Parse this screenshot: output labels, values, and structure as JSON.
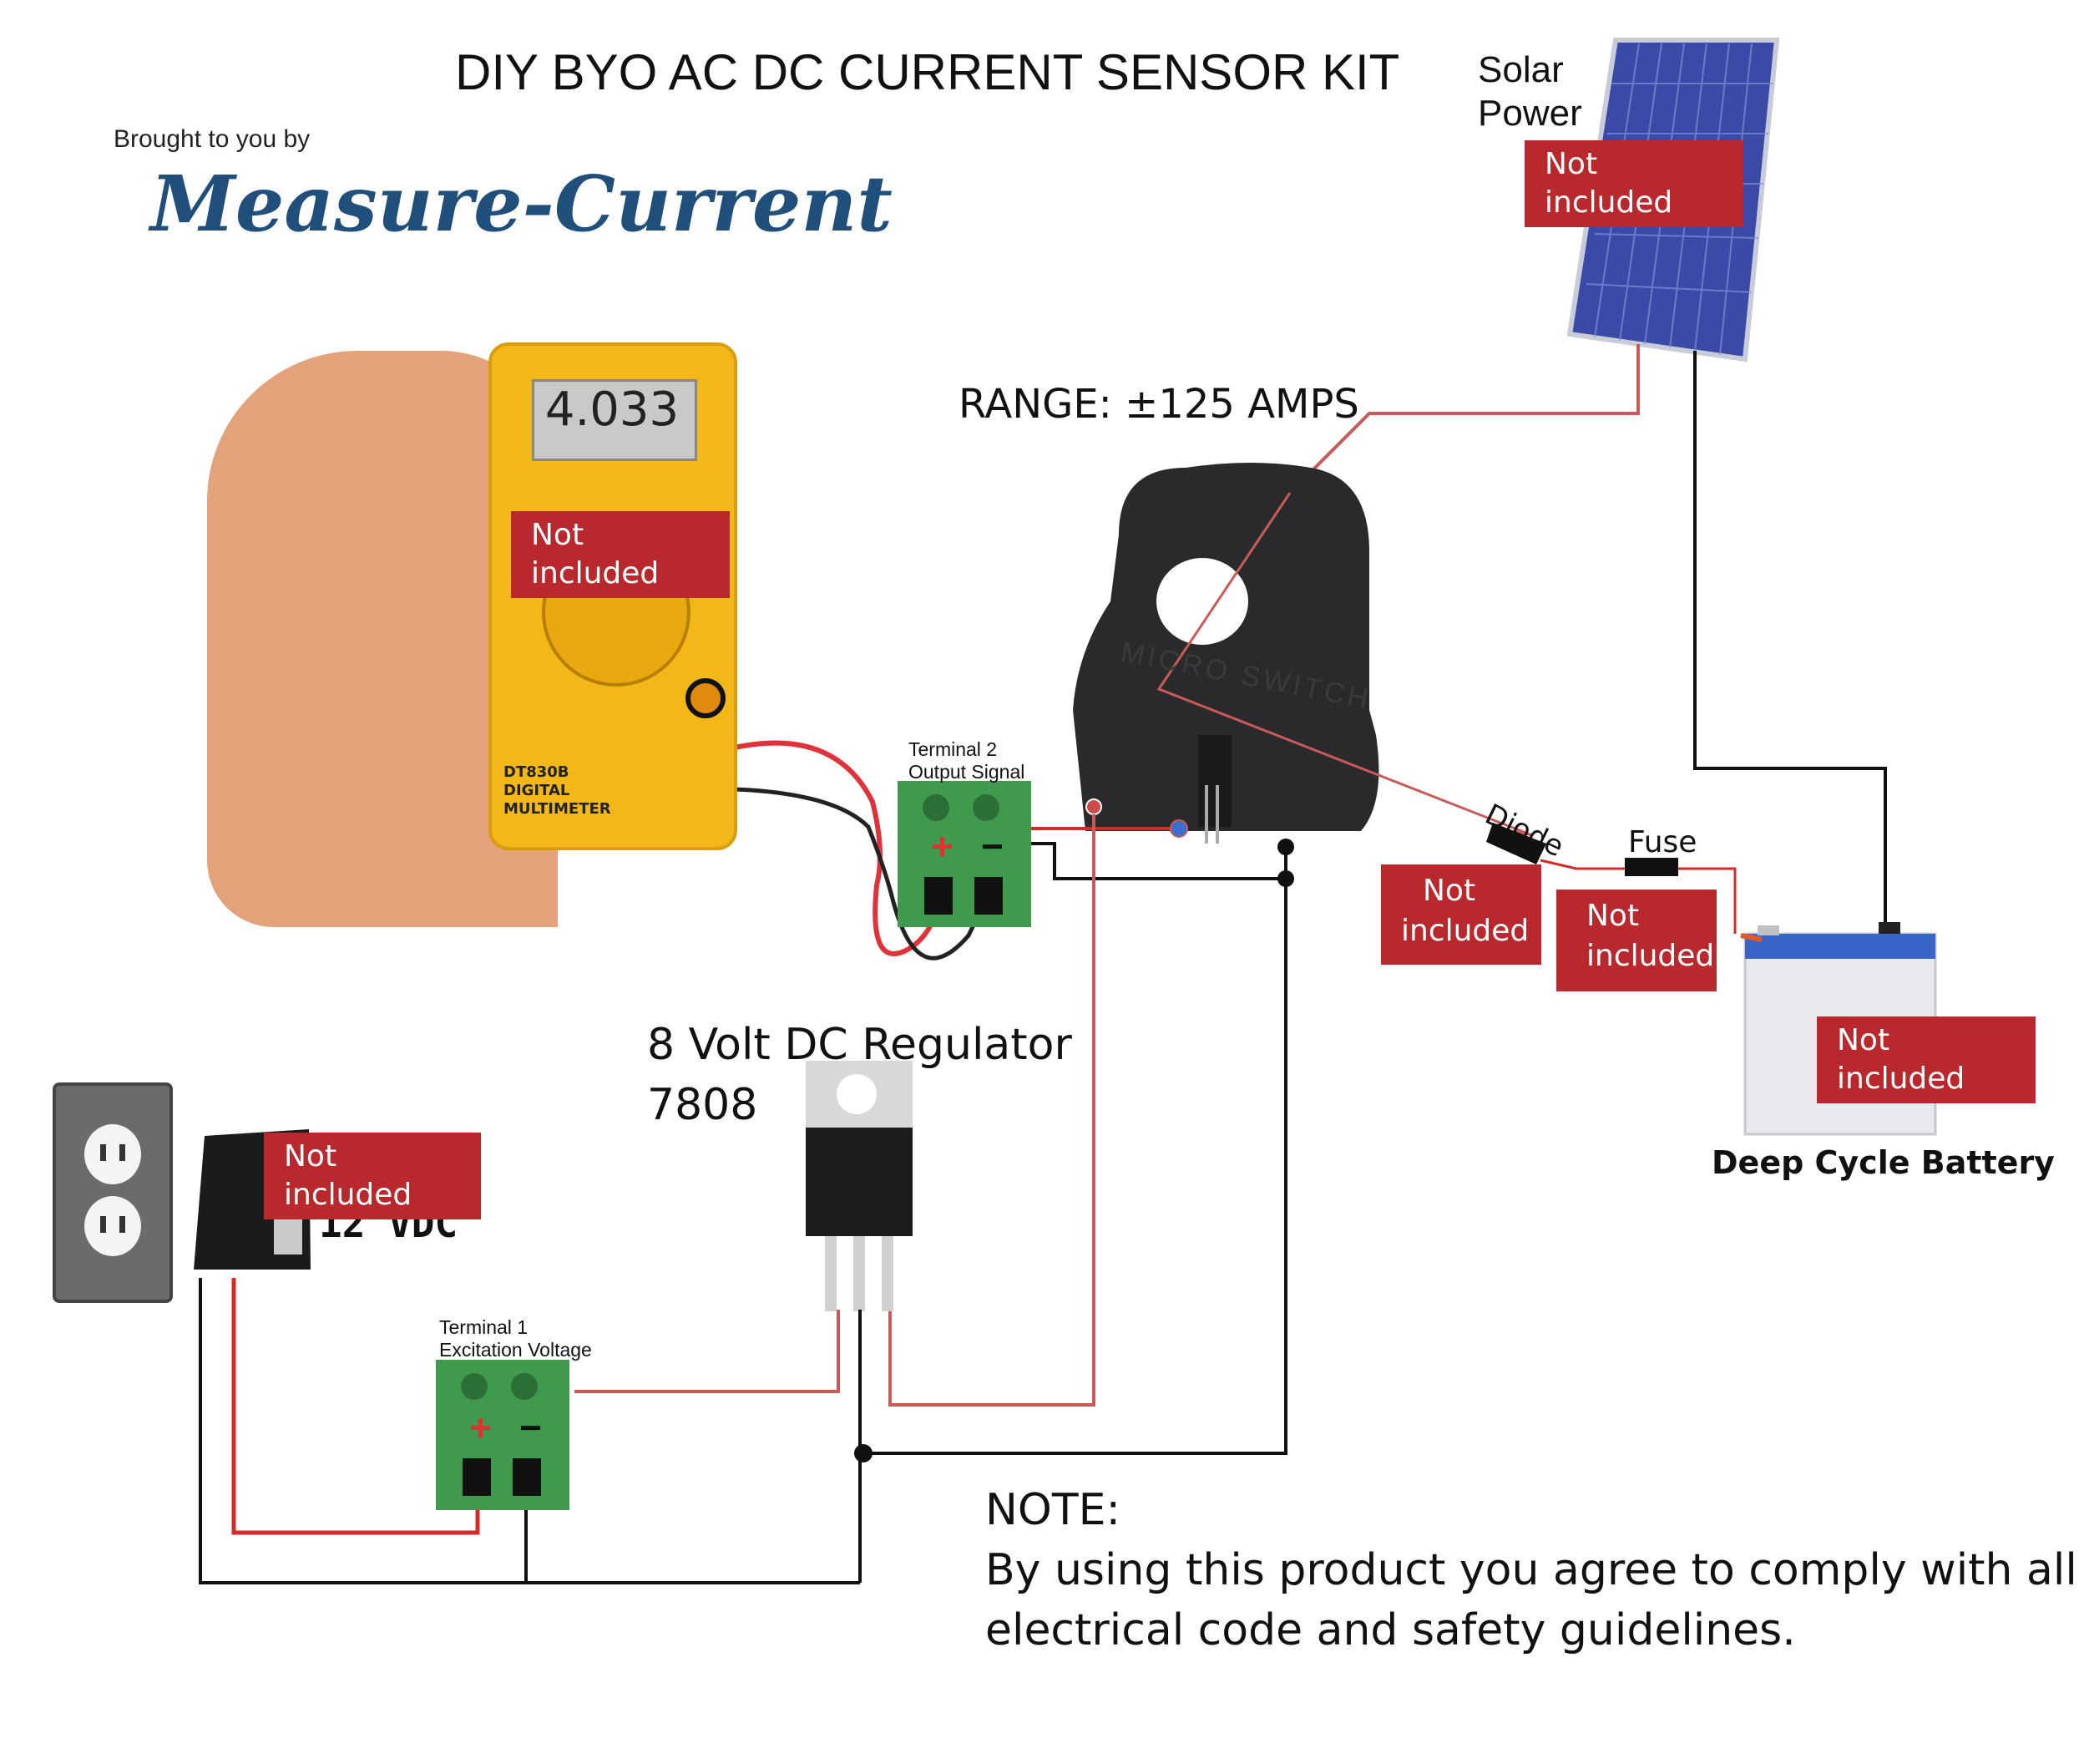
{
  "title": "DIY BYO  AC DC CURRENT SENSOR KIT",
  "brought_by": "Brought to you by",
  "brand": "Measure-Current",
  "solar_label_line1": "Solar",
  "solar_label_line2": "Power",
  "range_label": "RANGE:  ±125 AMPS",
  "multimeter": {
    "reading": "4.033",
    "model_line1": "DT830B",
    "model_line2": "DIGITAL",
    "model_line3": "MULTIMETER"
  },
  "sensor_brand": "MICRO SWITCH",
  "terminal2_line1": "Terminal 2",
  "terminal2_line2": "Output Signal",
  "terminal1_line1": "Terminal 1",
  "terminal1_line2": "Excitation Voltage",
  "regulator_line1": "8 Volt DC Regulator",
  "regulator_line2": "7808",
  "adapter_label": "12 VDC",
  "diode_label": "Diode",
  "fuse_label": "Fuse",
  "battery_label": "Deep Cycle Battery",
  "not_included": "Not included",
  "not_line1": "Not",
  "included_line2": "included",
  "note_heading": "NOTE:",
  "note_line1": "By using this product you agree  to comply with all",
  "note_line2": "electrical code and safety guidelines.",
  "colors": {
    "badge": "#b8282d",
    "wire_red": "#d42a2a",
    "wire_pink": "#c85a5a",
    "wire_black": "#111111",
    "brand": "#1f4f7a"
  }
}
